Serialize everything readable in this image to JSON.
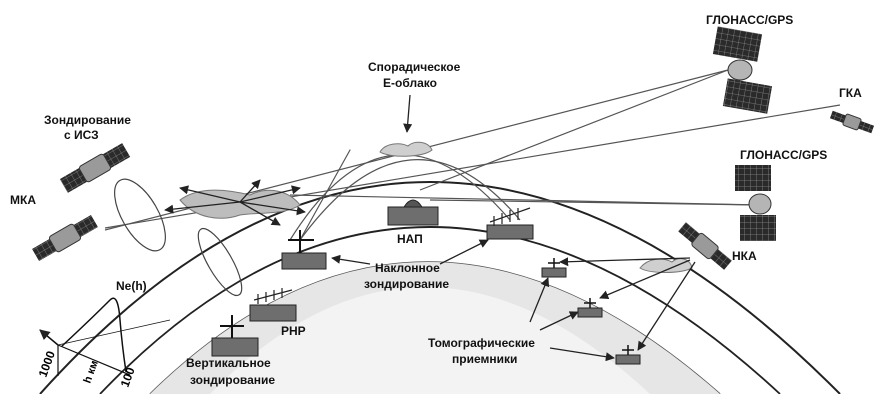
{
  "labels": {
    "glonass_top": "ГЛОНАСС/GPS",
    "gka": "ГКА",
    "glonass_mid": "ГЛОНАСС/GPS",
    "sporadic_line1": "Спорадическое",
    "sporadic_line2": "Е-облако",
    "iss_sounding_line1": "Зондирование",
    "iss_sounding_line2": "с ИСЗ",
    "mka": "МКА",
    "nka": "НКА",
    "nap": "НАП",
    "rnr": "РНР",
    "ne_h": "Ne(h)",
    "oblique_line1": "Наклонное",
    "oblique_line2": "зондирование",
    "vertical_line1": "Вертикальное",
    "vertical_line2": "зондирование",
    "tomo_line1": "Томографические",
    "tomo_line2": "приемники",
    "axis_1000": "1000",
    "axis_h_km": "h км",
    "axis_100": "100"
  },
  "colors": {
    "line": "#333333",
    "station": "#6e6e6e",
    "panel": "#2a2a2a",
    "cloud": "#cfcfcf"
  }
}
